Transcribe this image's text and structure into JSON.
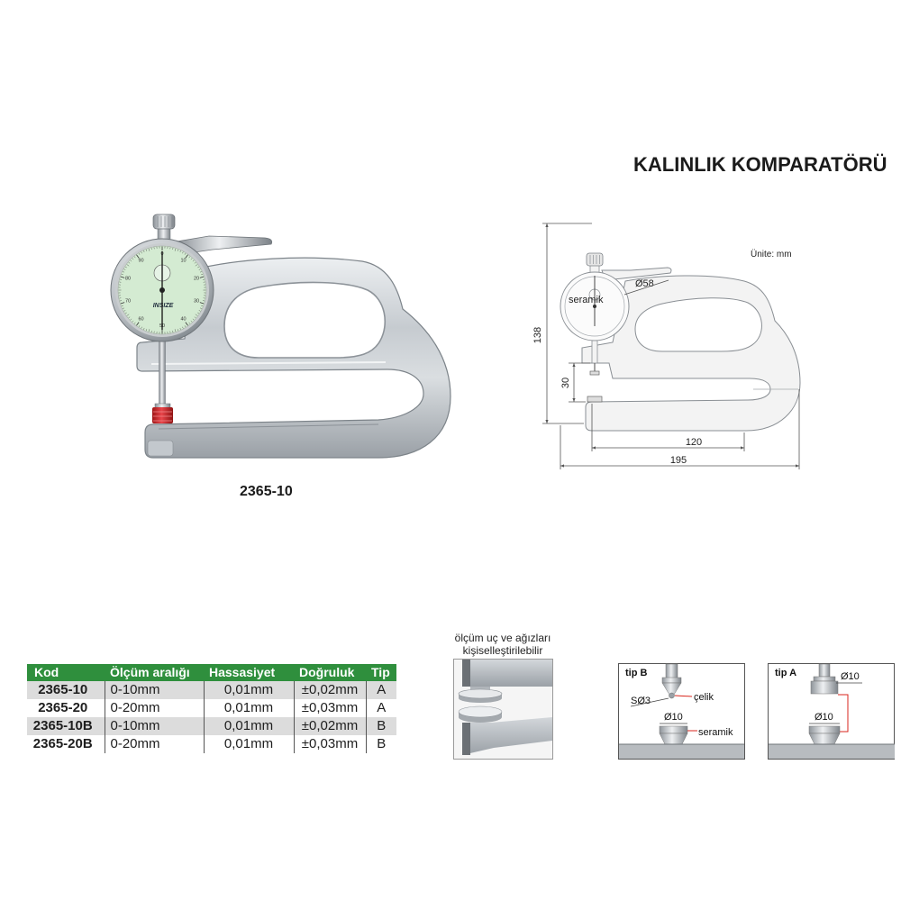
{
  "header": {
    "title": "KALINLIK KOMPARATÖRÜ"
  },
  "product": {
    "model_label": "2365-10",
    "dial_logo": "INSIZE",
    "dial_numbers": [
      "0",
      "10",
      "20",
      "30",
      "40",
      "50",
      "60",
      "70",
      "80",
      "90"
    ]
  },
  "drawing": {
    "unit_note": "Ünite: mm",
    "height_dim": "138",
    "gap_dim": "30",
    "depth_dim": "120",
    "length_dim": "195",
    "dial_diameter": "Ø58",
    "tip_material": "seramik"
  },
  "table": {
    "headers": [
      "Kod",
      "Ölçüm aralığı",
      "Hassasiyet",
      "Doğruluk",
      "Tip"
    ],
    "rows": [
      [
        "2365-10",
        "0-10mm",
        "0,01mm",
        "±0,02mm",
        "A"
      ],
      [
        "2365-20",
        "0-20mm",
        "0,01mm",
        "±0,03mm",
        "A"
      ],
      [
        "2365-10B",
        "0-10mm",
        "0,01mm",
        "±0,02mm",
        "B"
      ],
      [
        "2365-20B",
        "0-20mm",
        "0,01mm",
        "±0,03mm",
        "B"
      ]
    ]
  },
  "custom_tips": {
    "caption_line1": "ölçüm uç ve ağızları",
    "caption_line2": "kişiselleştirilebilir"
  },
  "tip_b": {
    "title": "tip B",
    "sphere_label": "SØ3",
    "steel_label": "çelik",
    "diameter_label": "Ø10",
    "ceramic_label": "seramik"
  },
  "tip_a": {
    "title": "tip A",
    "top_diameter_label": "Ø10",
    "bottom_diameter_label": "Ø10"
  },
  "colors": {
    "header_green": "#2f8f3d",
    "row_shade": "#dcdcdc",
    "accent_red": "#d9261c",
    "dial_face": "#d4ebd2"
  }
}
